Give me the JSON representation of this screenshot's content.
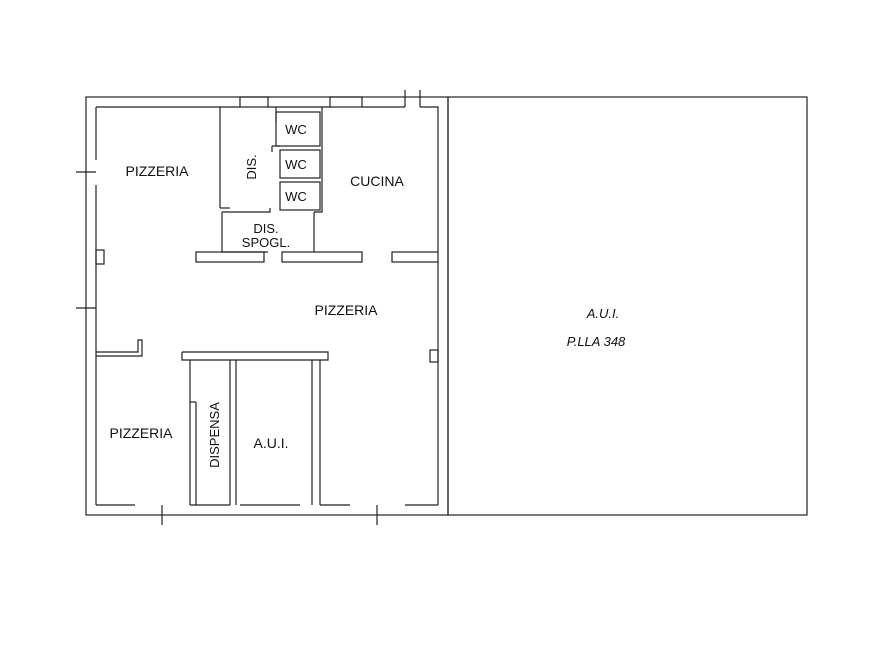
{
  "plan": {
    "rooms": {
      "pizzeria_top_left": "PIZZERIA",
      "dis_vertical": "DIS.",
      "wc_1": "WC",
      "wc_2": "WC",
      "wc_3": "WC",
      "cucina": "CUCINA",
      "dis_spogl_1": "DIS.",
      "dis_spogl_2": "SPOGL.",
      "pizzeria_center": "PIZZERIA",
      "pizzeria_bottom_left": "PIZZERIA",
      "dispensa": "DISPENSA",
      "aui_small": "A.U.I."
    },
    "annex": {
      "title": "A.U.I.",
      "parcel": "P.LLA 348"
    }
  }
}
